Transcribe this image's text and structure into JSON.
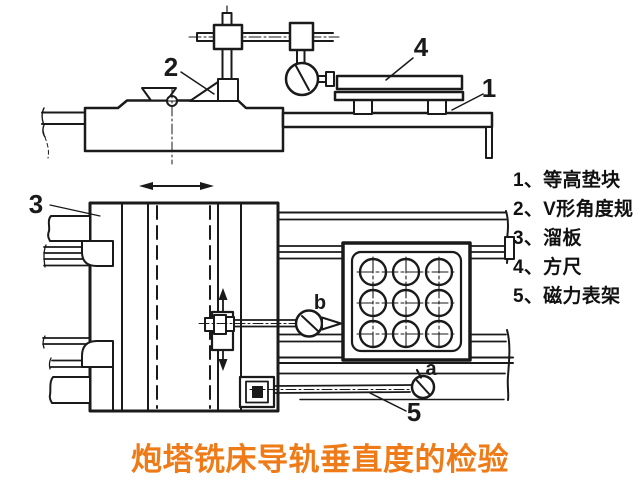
{
  "title": {
    "text": "炮塔铣床导轨垂直度的检验"
  },
  "colors": {
    "title_accent": "#ee7b17",
    "line": "#1a1a1a",
    "background": "#ffffff"
  },
  "legend": {
    "items": [
      {
        "text": "1、等高垫块"
      },
      {
        "text": "2、V形角度规"
      },
      {
        "text": "3、溜板"
      },
      {
        "text": "4、方尺"
      },
      {
        "text": "5、磁力表架"
      }
    ]
  },
  "diagram": {
    "callouts": {
      "n1": "1",
      "n2": "2",
      "n3": "3",
      "n4": "4",
      "n5": "5",
      "a": "a",
      "b": "b"
    }
  }
}
